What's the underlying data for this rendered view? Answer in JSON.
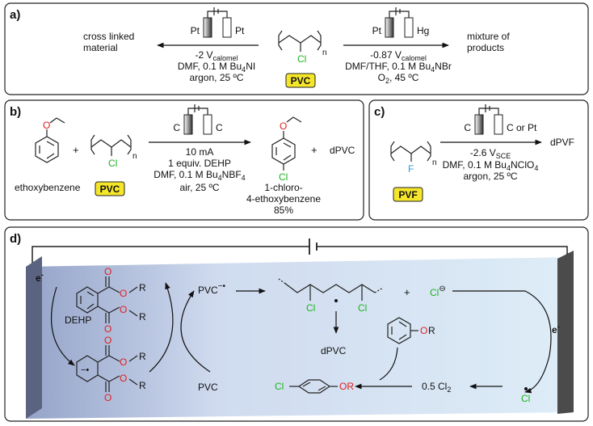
{
  "panels": {
    "a": {
      "label": "a)",
      "left_electrodes": [
        "Pt",
        "Pt"
      ],
      "right_electrodes": [
        "Pt",
        "Hg"
      ],
      "left_product": [
        "cross linked",
        "material"
      ],
      "right_product": [
        "mixture of",
        "products"
      ],
      "left_conditions": {
        "potential": "-2 V",
        "potential_sub": "calomel",
        "solvent": "DMF, 0.1 M Bu",
        "salt_sub": "4",
        "salt_end": "NI",
        "atmosphere": "argon, 25 ºC"
      },
      "right_conditions": {
        "potential": "-0.87 V",
        "potential_sub": "calomel",
        "solvent": "DMF/THF, 0.1 M Bu",
        "salt_sub": "4",
        "salt_end": "NBr",
        "atmosphere": "O",
        "atm_sub": "2",
        "atm_end": ", 45 ºC"
      },
      "polymer_atom": "Cl",
      "polymer_n": "n",
      "polymer_badge": "PVC"
    },
    "b": {
      "label": "b)",
      "reactant_name": "ethoxybenzene",
      "plus1": "+",
      "polymer_atom": "Cl",
      "polymer_n": "n",
      "polymer_badge": "PVC",
      "electrodes": [
        "C",
        "C"
      ],
      "conditions": [
        "10 mA",
        "1 equiv. DEHP"
      ],
      "solvent": "DMF, 0.1 M Bu",
      "salt_sub": "4",
      "salt_end": "NBF",
      "salt_sub2": "4",
      "atmosphere": "air, 25 ºC",
      "product_atom": "Cl",
      "product_o": "O",
      "product_name": [
        "1-chloro-",
        "4-ethoxybenzene",
        "85%"
      ],
      "plus2": "+",
      "byproduct": "dPVC"
    },
    "c": {
      "label": "c)",
      "polymer_atom": "F",
      "polymer_n": "n",
      "polymer_badge": "PVF",
      "electrodes": [
        "C",
        "C or Pt"
      ],
      "potential": "-2.6 V",
      "potential_sub": "SCE",
      "solvent": "DMF, 0.1 M Bu",
      "salt_sub": "4",
      "salt_end": "NClO",
      "salt_sub2": "4",
      "atmosphere": "argon, 25 ºC",
      "product": "dPVF"
    },
    "d": {
      "label": "d)",
      "electron_left": "e",
      "electron_right": "e",
      "electron_sup": "-",
      "dehp": "DEHP",
      "o": "O",
      "r": "R",
      "pvc_radical": "PVC",
      "pvc_radical_sup": "−•",
      "pvc": "PVC",
      "chain_atom": "Cl",
      "plus": "+",
      "chloride": "Cl",
      "chloride_charge": "⊖",
      "dpvc": "dPVC",
      "phenol_atom": "O",
      "phenol_r": "R",
      "product_cl": "Cl",
      "product_or": "OR",
      "cl2": "0.5 Cl",
      "cl2_sub": "2",
      "cl_radical": "Cl"
    }
  },
  "colors": {
    "chlorine": "#1db31d",
    "fluorine": "#2a9ad8",
    "oxygen": "#e02020",
    "badge": "#f5e62a",
    "electrode": "#555555"
  }
}
